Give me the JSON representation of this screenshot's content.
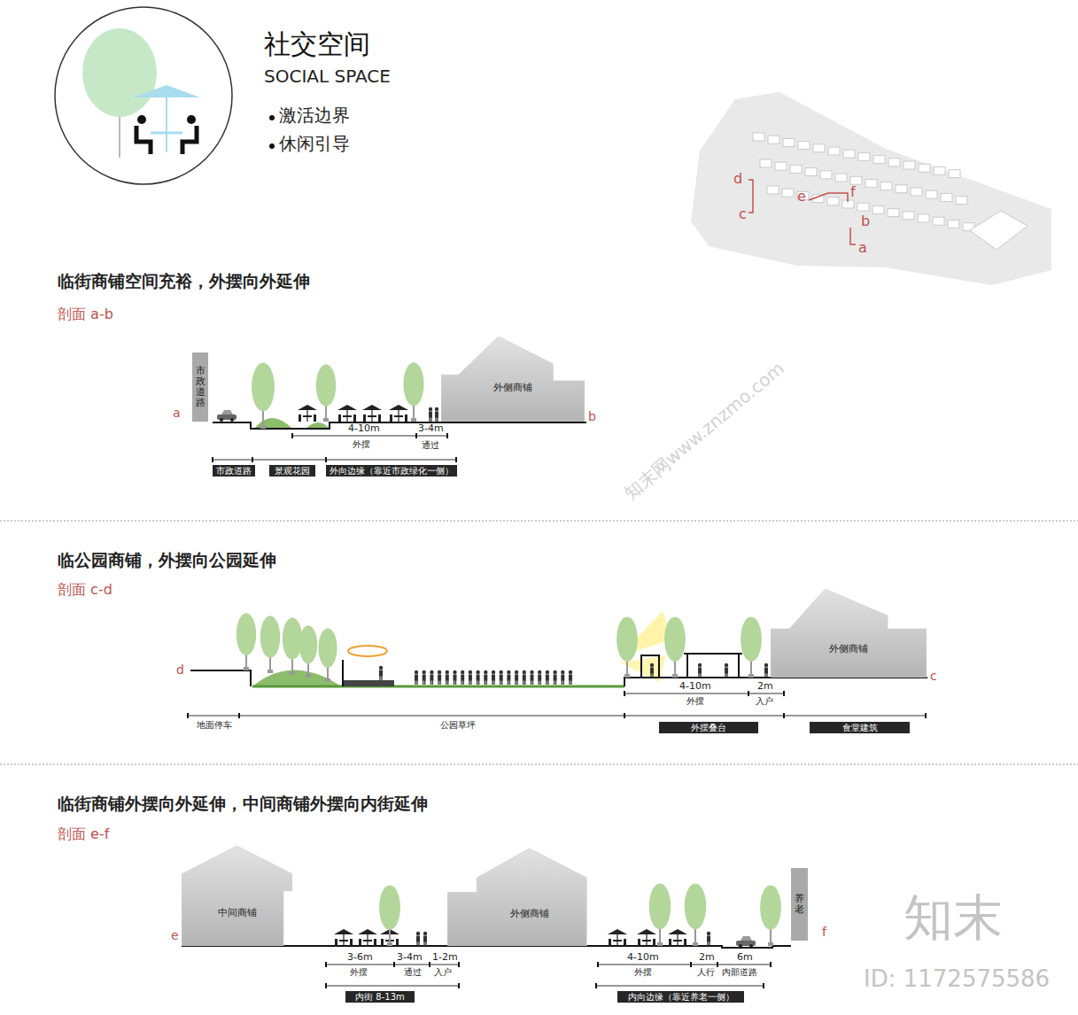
{
  "diagram": {
    "title": "社交空间",
    "nodes": [
      {
        "text": [
          "市政道路"
        ]
      },
      {
        "text": [
          "外侧商铺"
        ]
      },
      {
        "text": [
          "市政道路"
        ]
      },
      {
        "text": [
          "景观花园"
        ]
      },
      {
        "text": [
          "外向边缘（靠近市政绿化一侧）"
        ]
      },
      {
        "text": [
          "外侧商铺"
        ]
      },
      {
        "text": [
          "外摆叠台"
        ]
      },
      {
        "text": [
          "食堂建筑"
        ]
      },
      {
        "text": [
          "中间商铺"
        ]
      },
      {
        "text": [
          "外侧商铺"
        ]
      },
      {
        "text": [
          "养老"
        ]
      },
      {
        "text": [
          "内街 8-13m"
        ]
      },
      {
        "text": [
          "内向边缘（靠近养老一侧）"
        ]
      }
    ],
    "labels": [
      "SOCIAL SPACE",
      "激活边界",
      "休闲引导",
      "d",
      "c",
      "e",
      "f",
      "b",
      "a",
      "临街商铺空间充裕，外摆向外延伸",
      "剖面 a-b",
      "a",
      "b",
      "4-10m",
      "外摆",
      "3-4m",
      "通过",
      "临公园商铺，外摆向公园延伸",
      "剖面 c-d",
      "d",
      "c",
      "4-10m",
      "外摆",
      "2m",
      "入户",
      "地面停车",
      "公园草坪",
      "临街商铺外摆向外延伸，中间商铺外摆向内街延伸",
      "剖面 e-f",
      "e",
      "f",
      "3-6m",
      "外摆",
      "3-4m",
      "通过",
      "1-2m",
      "入户",
      "4-10m",
      "外摆",
      "2m",
      "人行",
      "6m",
      "内部道路",
      "知末",
      "ID: 1172575586",
      "知末网www.znzmo.com"
    ]
  }
}
